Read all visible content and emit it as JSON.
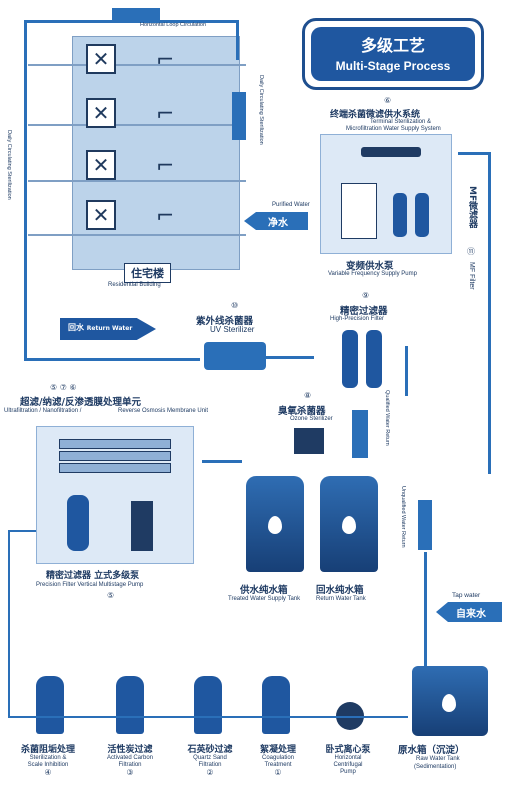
{
  "title": {
    "cn": "多级工艺",
    "en": "Multi-Stage Process"
  },
  "building": {
    "cn": "住宅楼",
    "en": "Residential Building",
    "top_flow": "Horizontal Loop Circulation",
    "right_flow": "Daily Circulating Sterilization",
    "left_flow": "Daily Circulating Sterilization",
    "purified": {
      "en": "Purified Water",
      "cn": "净水"
    }
  },
  "terminal": {
    "num": "⑥",
    "cn": "终端杀菌微滤供水系统",
    "en1": "Terminal Sterilization &",
    "en2": "Microfiltration Water Supply System"
  },
  "vfd_pump": {
    "cn": "变频供水泵",
    "en": "Variable Frequency Supply Pump"
  },
  "mf_filter": {
    "cn": "MF微滤器",
    "num": "⑪",
    "en": "MF Filter"
  },
  "return_water": {
    "cn": "回水",
    "en": "Return Water"
  },
  "uv": {
    "num": "⑩",
    "cn": "紫外线杀菌器",
    "en": "UV Sterilizer"
  },
  "hp_filter": {
    "num": "⑨",
    "cn": "精密过滤器",
    "en": "High-Precision Filter"
  },
  "ozone": {
    "num": "⑧",
    "cn": "臭氧杀菌器",
    "en": "Ozone Sterilizer"
  },
  "uf_unit": {
    "nums": "⑤ ⑦ ⑥",
    "cn": "超滤/纳滤/反渗透膜处理单元",
    "en1": "Ultrafiltration / Nanofiltration /",
    "en2": "Reverse Osmosis Membrane Unit"
  },
  "precision": {
    "cn": "精密过滤器 立式多级泵",
    "en": "Precision Filter Vertical Multistage Pump",
    "num": "⑤"
  },
  "supply_tank": {
    "cn": "供水纯水箱",
    "en": "Treated Water Supply Tank"
  },
  "return_tank": {
    "cn": "回水纯水箱",
    "en": "Return Water Tank"
  },
  "pipe_labels": {
    "qualified": "Qualified Water Return",
    "unqualified": "Unqualified Water Return"
  },
  "tap": {
    "en": "Tap water",
    "cn": "自来水"
  },
  "raw_tank": {
    "cn": "原水箱（沉淀）",
    "en1": "Raw Water Tank",
    "en2": "(Sedimentation)"
  },
  "bottom_units": [
    {
      "cn": "杀菌阻垢处理",
      "en1": "Sterilization &",
      "en2": "Scale Inhibition",
      "num": "④"
    },
    {
      "cn": "活性炭过滤",
      "en1": "Activated Carbon",
      "en2": "Filtration",
      "num": "③"
    },
    {
      "cn": "石英砂过滤",
      "en1": "Quartz Sand",
      "en2": "Filtration",
      "num": "②"
    },
    {
      "cn": "絮凝处理",
      "en1": "Coagulation",
      "en2": "Treatment",
      "num": "①"
    },
    {
      "cn": "卧式离心泵",
      "en1": "Horizontal",
      "en2": "Centrifugal",
      "en3": "Pump"
    }
  ],
  "colors": {
    "primary": "#1f57a0",
    "pipe": "#2a6fb8",
    "dark": "#1f3b63"
  }
}
